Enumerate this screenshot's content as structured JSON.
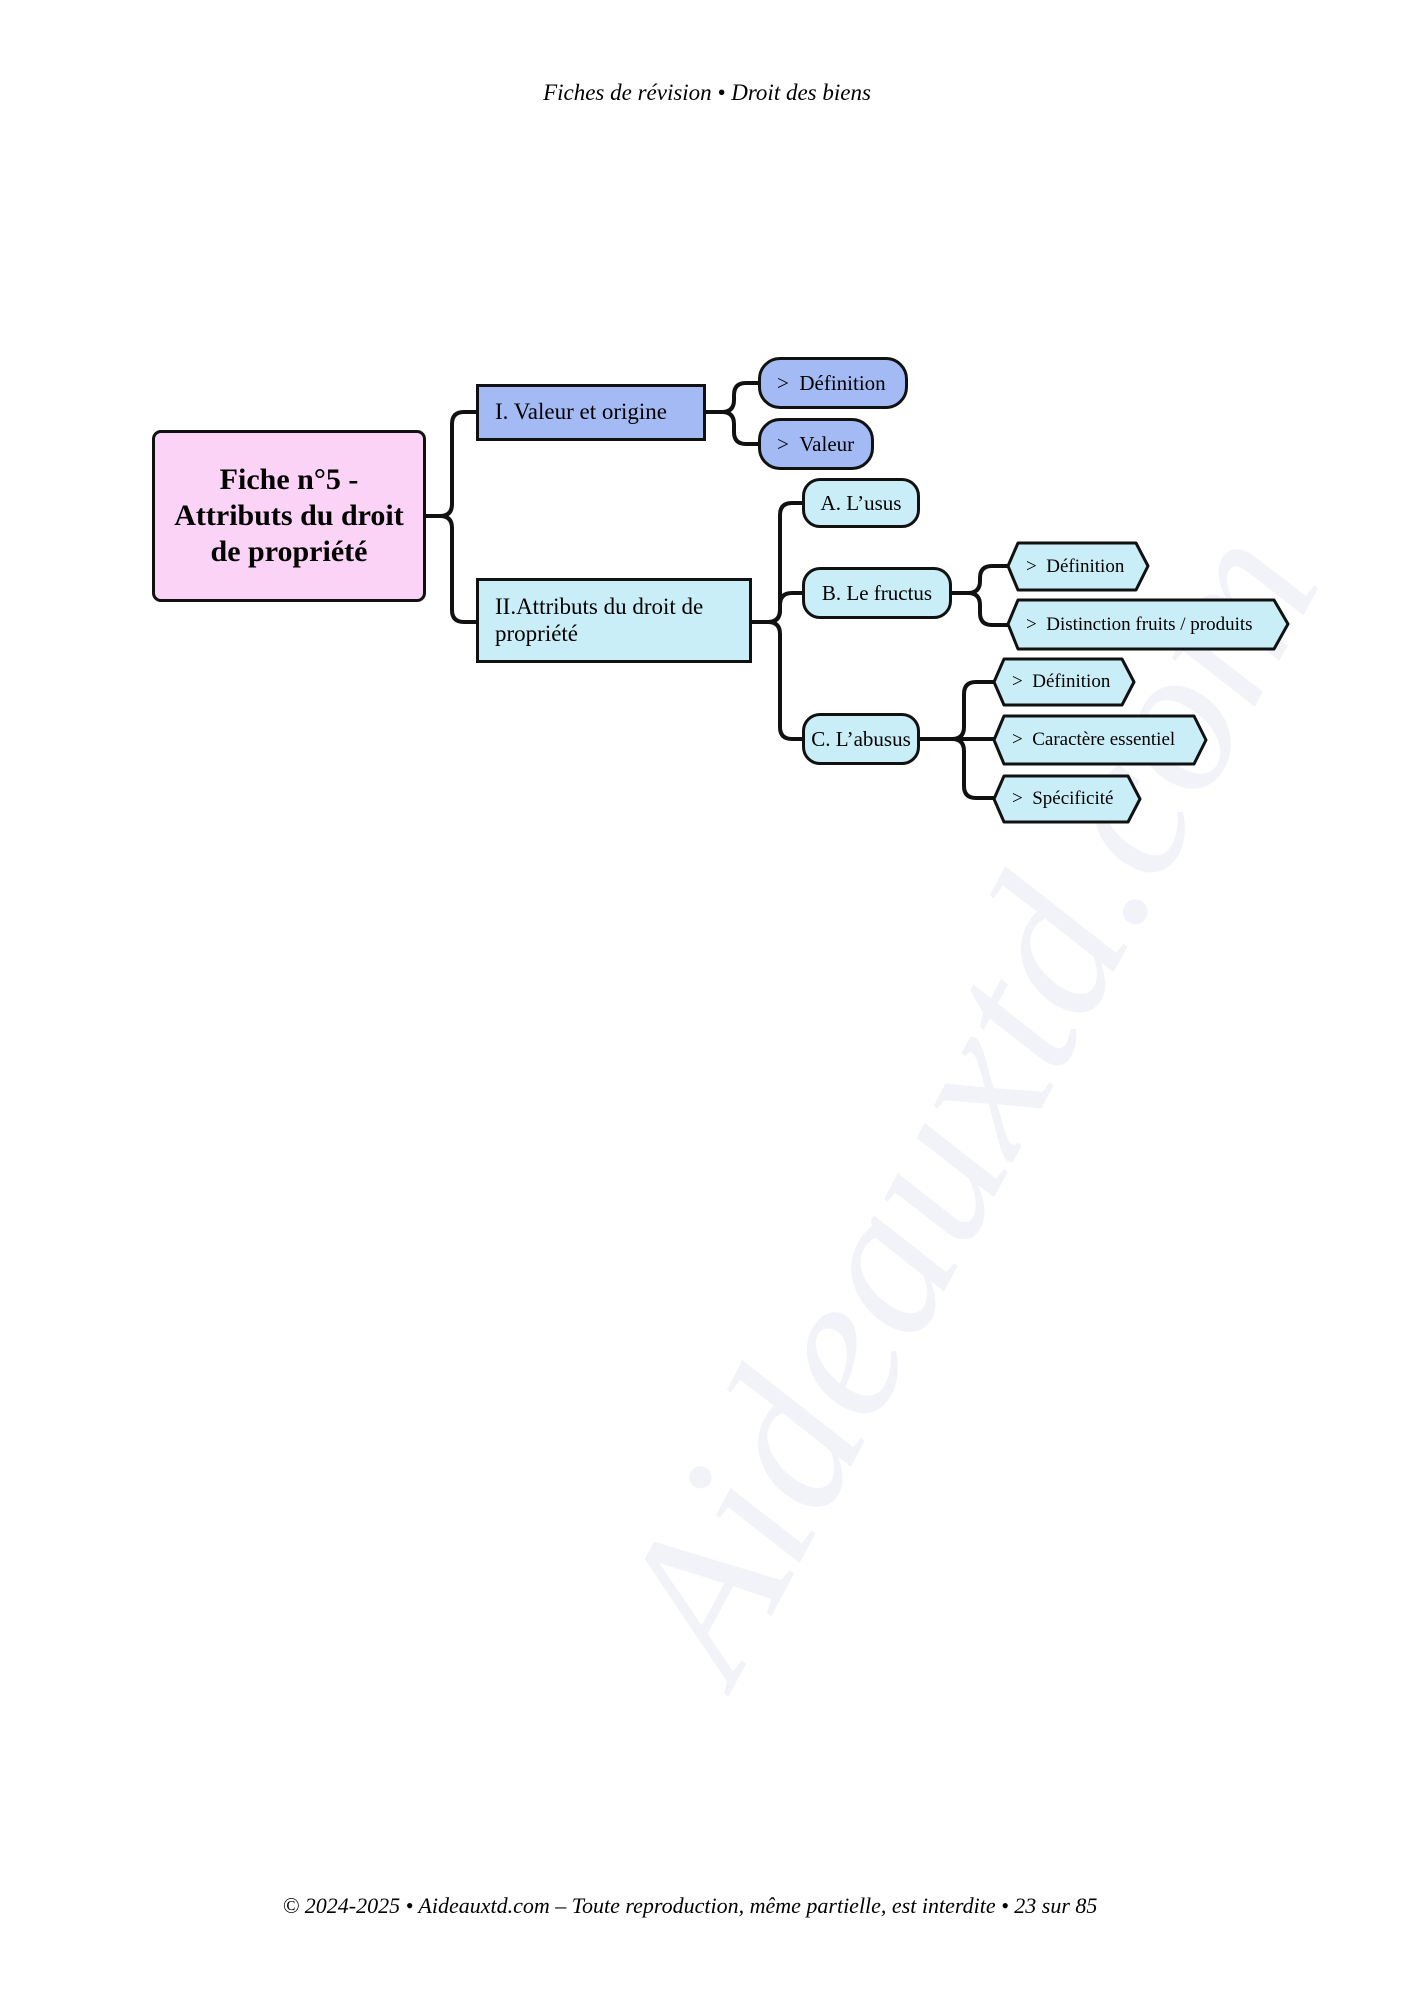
{
  "header": "Fiches de révision • Droit des biens",
  "footer": "© 2024-2025 • Aideauxtd.com – Toute reproduction, même partielle, est interdite • 23 sur 85",
  "watermark": "Aideauxtd.com",
  "colors": {
    "root": "#fbd3f6",
    "section1": "#a3baf5",
    "section2": "#c9eef8"
  },
  "root": "Fiche n°5 - Attributs du droit de propriété",
  "section1": {
    "title": "I.  Valeur et origine",
    "items": [
      "Définition",
      "Valeur"
    ]
  },
  "section2": {
    "title": "II.Attributs du droit de propriété",
    "usus": "A. L’usus",
    "fructus": {
      "title": "B. Le fructus",
      "items": [
        "Définition",
        "Distinction fruits / produits"
      ]
    },
    "abusus": {
      "title": "C. L’abusus",
      "items": [
        "Définition",
        "Caractère essentiel",
        "Spécificité"
      ]
    }
  },
  "bullet": ">"
}
